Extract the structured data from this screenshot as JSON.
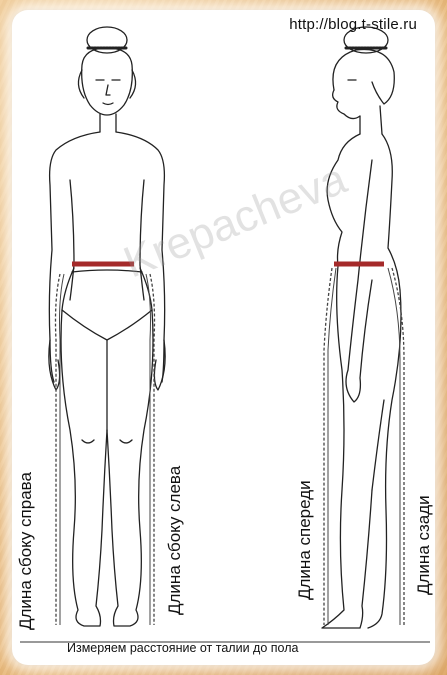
{
  "source_url": "http://blog.t-stile.ru",
  "watermark": "Krepacheva",
  "labels": {
    "side_right": "Длина сбоку справа",
    "side_left": "Длина сбоку слева",
    "front": "Длина спереди",
    "back": "Длина сзади"
  },
  "caption": "Измеряем расстояние от талии до пола",
  "colors": {
    "waist_band": "#a52a2a",
    "outline": "#222222"
  }
}
